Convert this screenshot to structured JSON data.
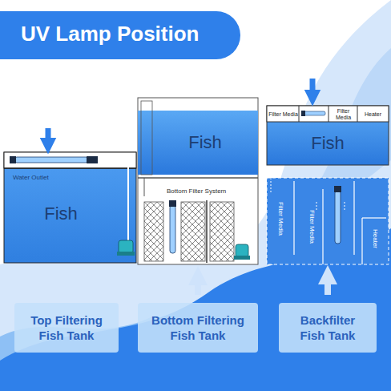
{
  "diagram": {
    "title": "UV Lamp Position",
    "nodes": [
      {
        "text": [
          "Water Outlet",
          "Fish"
        ]
      },
      {
        "text": [
          "Fish"
        ]
      },
      {
        "text": [
          "Bottom Filter System"
        ]
      },
      {
        "text": [
          "Fish"
        ]
      },
      {
        "text": [
          "Filter Media",
          "Filter Media",
          "Heater"
        ]
      },
      {
        "text": [
          "Top Filtering Fish Tank"
        ]
      },
      {
        "text": [
          "Bottom Filtering Fish Tank"
        ]
      },
      {
        "text": [
          "Backfilter Fish Tank"
        ]
      }
    ],
    "edges": [
      {
        "from": 6,
        "to": 2,
        "arrow": "to"
      },
      {
        "from": 7,
        "to": 4,
        "arrow": "to"
      }
    ],
    "labels": [
      "Filter Media",
      "Filter Media",
      "Heater"
    ]
  }
}
